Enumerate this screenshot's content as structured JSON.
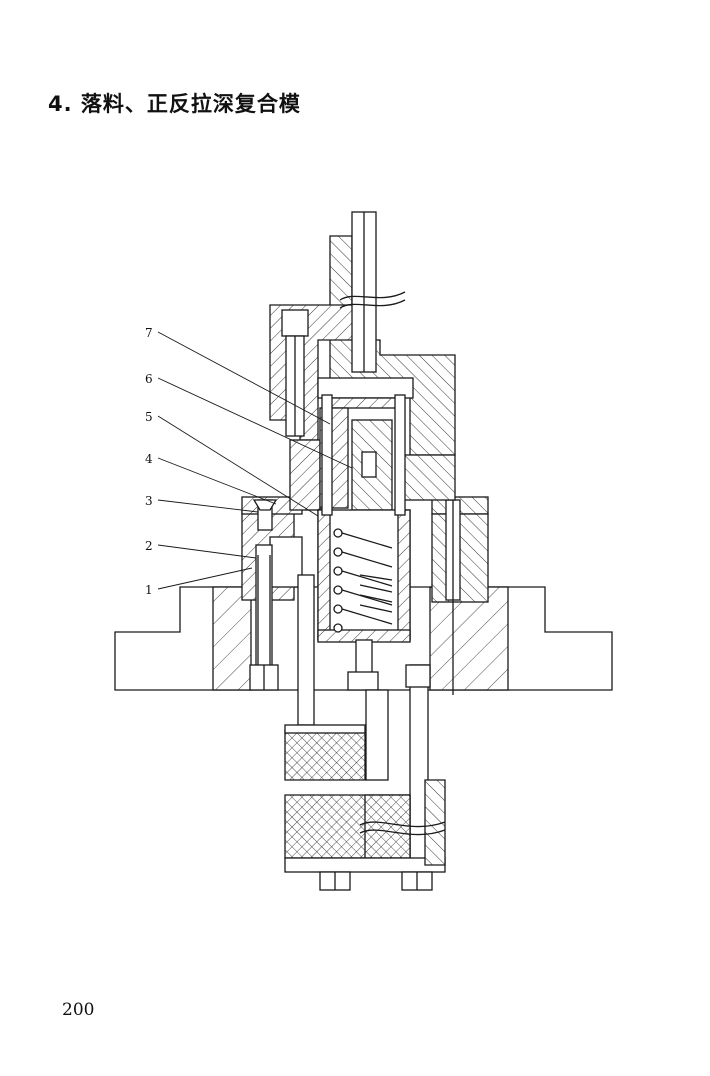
{
  "page": {
    "section_title": "4. 落料、正反拉深复合模",
    "page_number": "200"
  },
  "diagram": {
    "part_labels": [
      "1",
      "2",
      "3",
      "4",
      "5",
      "6",
      "7"
    ],
    "colors": {
      "ink": "#1a1a1a",
      "paper": "#ffffff"
    }
  }
}
